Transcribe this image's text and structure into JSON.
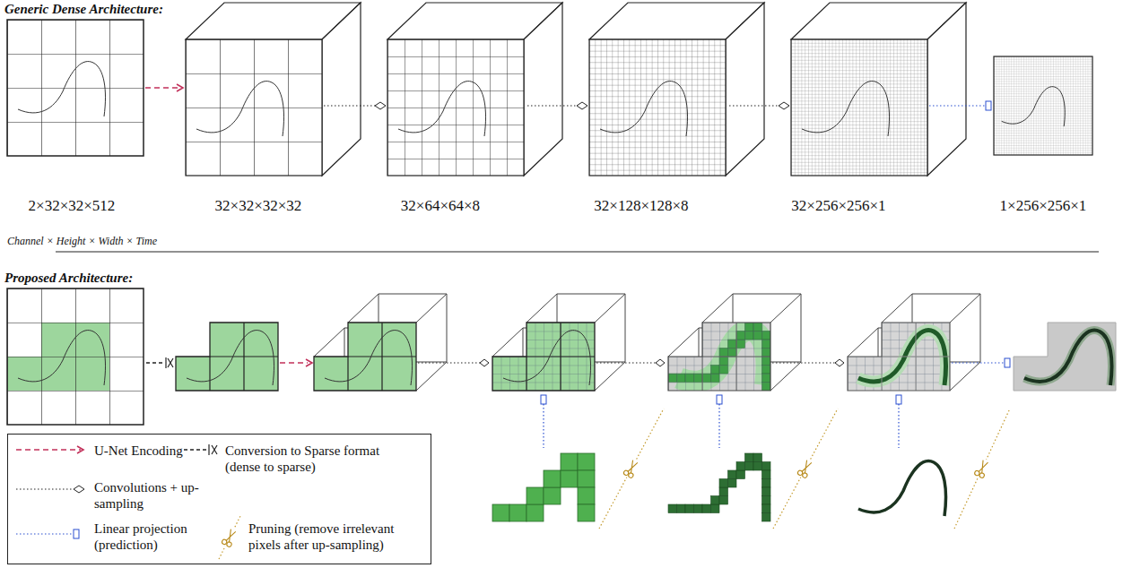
{
  "diagram": {
    "labels": [
      "Generic Dense Architecture:",
      "2×32×32×512",
      "32×32×32×32",
      "32×64×64×8",
      "32×128×128×8",
      "32×256×256×1",
      "1×256×256×1",
      "Channel × Height × Width × Time",
      "Proposed Architecture:"
    ],
    "legend": [
      {
        "text": "U-Net Encoding"
      },
      {
        "text": "Conversion to Sparse format (dense to sparse)"
      },
      {
        "text": "Convolutions + up-sampling"
      },
      {
        "text": "Linear projection (prediction)"
      },
      {
        "text": "Pruning (remove irrelevant pixels after up-sampling)"
      }
    ]
  }
}
